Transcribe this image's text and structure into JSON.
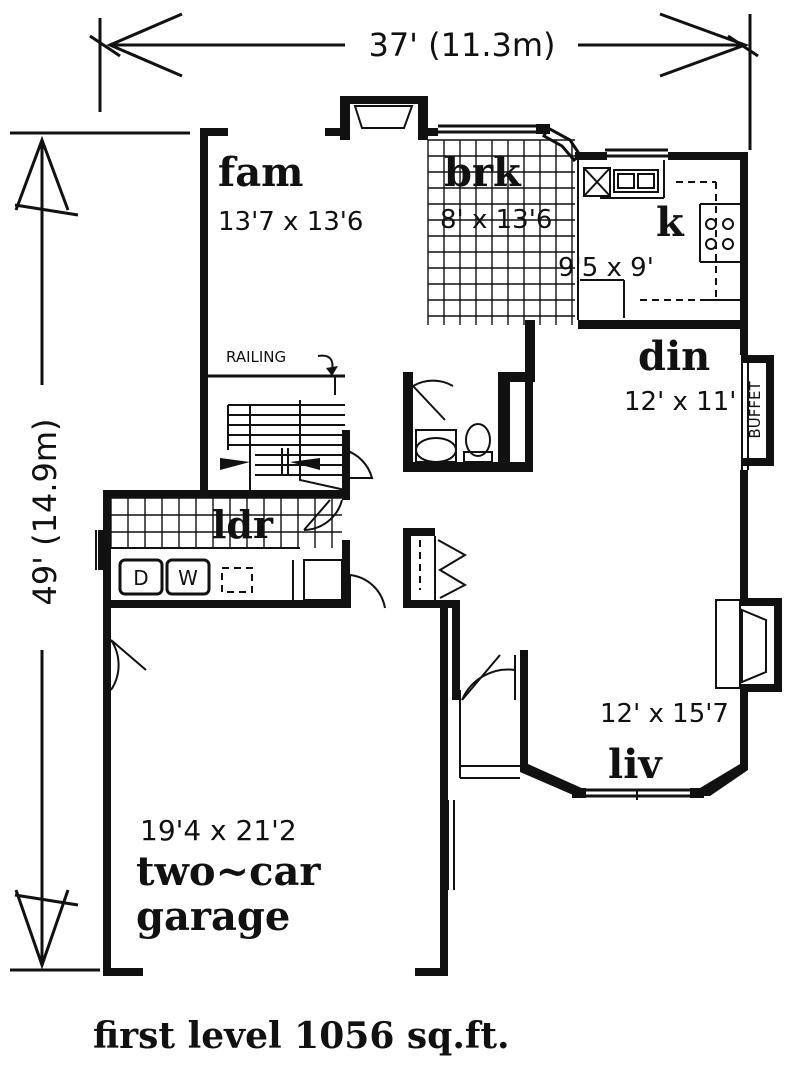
{
  "plan": {
    "width_dimension": "37' (11.3m)",
    "depth_dimension": "49' (14.9m)",
    "caption": "first level 1056 sq.ft."
  },
  "rooms": {
    "fam": {
      "name": "fam",
      "size": "13'7 x 13'6"
    },
    "brk": {
      "name": "brk",
      "size": "8' x 13'6"
    },
    "k": {
      "name": "k",
      "size": "9'5 x 9'"
    },
    "din": {
      "name": "din",
      "size": "12' x 11'"
    },
    "ldr": {
      "name": "ldr"
    },
    "liv": {
      "name": "liv",
      "size": "12' x 15'7"
    },
    "garage": {
      "name_line1": "two~car",
      "name_line2": "garage",
      "size": "19'4 x 21'2"
    }
  },
  "labels": {
    "railing": "RAILING",
    "buffet": "BUFFET",
    "dryer": "D",
    "washer": "W"
  }
}
